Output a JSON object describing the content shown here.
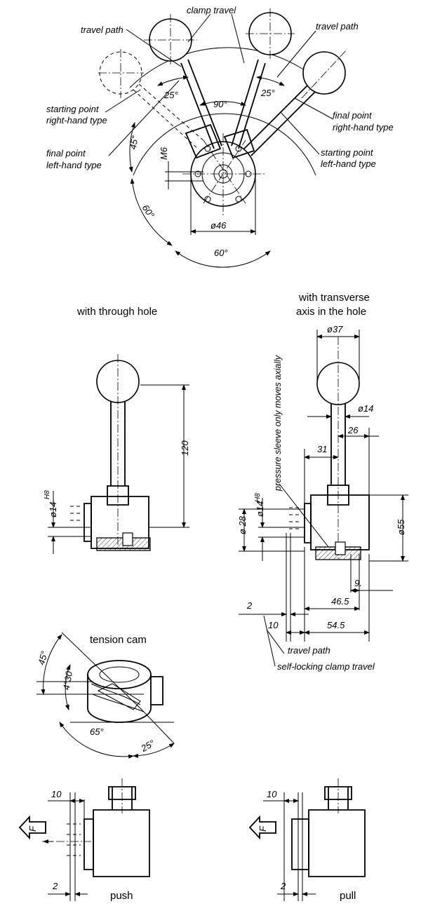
{
  "top_view": {
    "labels": {
      "clamp_travel": "clamp travel",
      "travel_path": "travel path",
      "travel_path_right": "travel path",
      "start_right_1": "starting point",
      "start_right_2": "right-hand type",
      "final_left_1": "final point",
      "final_left_2": "left-hand type",
      "final_right_1": "final point",
      "final_right_2": "right-hand type",
      "start_left_1": "starting point",
      "start_left_2": "left-hand type"
    },
    "dims": {
      "angle_25_left": "25°",
      "angle_25_right": "25°",
      "angle_90": "90°",
      "angle_45": "45°",
      "thread_m6": "M6",
      "angle_60_left": "60°",
      "diameter_46": "ø46",
      "angle_60_bottom": "60°"
    }
  },
  "through_hole_view": {
    "title": "with through hole",
    "dims": {
      "height_120": "120",
      "diameter_14": "ø14",
      "fit_h8": "H8"
    }
  },
  "transverse_view": {
    "title_1": "with transverse",
    "title_2": "axis in the hole",
    "note": "pressure sleeve only moves axially",
    "dims": {
      "diameter_37": "ø37",
      "diameter_14": "ø14",
      "dim_26": "26",
      "dim_31": "31",
      "diameter_28": "ø 28",
      "diameter_14_h": "ø14",
      "fit_h8": "H8",
      "diameter_55": "ø55",
      "dim_9": "9.",
      "dim_46_5": "46.5",
      "dim_2": "2",
      "dim_10": "10",
      "dim_54_5": "54.5"
    },
    "labels": {
      "travel_path": "travel path",
      "self_locking": "self-locking clamp travel"
    }
  },
  "tension_cam": {
    "title": "tension cam",
    "dims": {
      "angle_45": "45°",
      "angle_4_30": "4°30'",
      "angle_65": "65°",
      "angle_25": "25°"
    }
  },
  "push_view": {
    "title": "push",
    "force": "F",
    "dim_10": "10",
    "dim_2": "2"
  },
  "pull_view": {
    "title": "pull",
    "force": "F",
    "dim_10": "10",
    "dim_2": "2"
  }
}
